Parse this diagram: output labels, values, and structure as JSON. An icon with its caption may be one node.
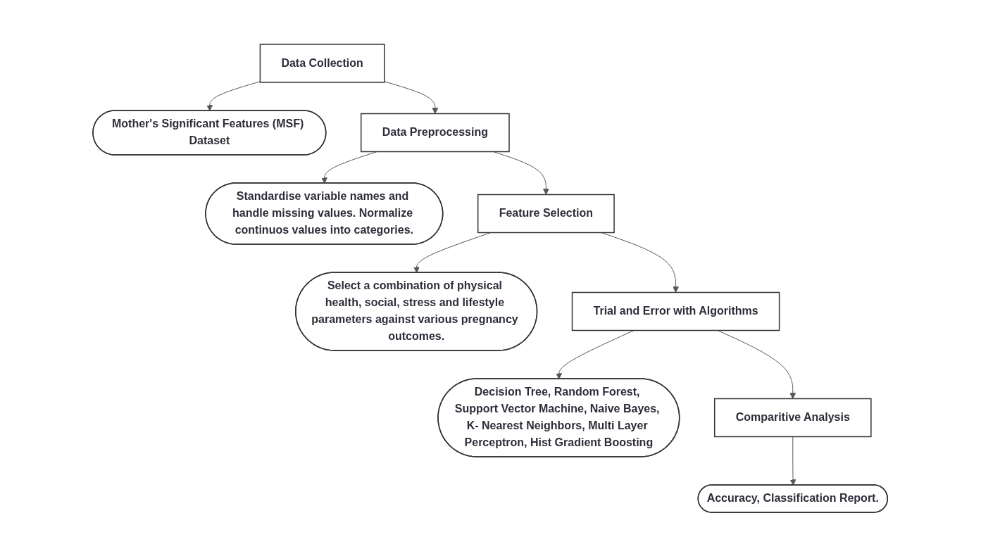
{
  "diagram": {
    "nodes": [
      {
        "text": [
          "Data Collection"
        ]
      },
      {
        "text": [
          "Mother's Significant Features (MSF) Dataset"
        ]
      },
      {
        "text": [
          "Data Preprocessing"
        ]
      },
      {
        "text": [
          "Standardise variable names and handle missing values. Normalize continuos values into categories."
        ]
      },
      {
        "text": [
          "Feature Selection"
        ]
      },
      {
        "text": [
          "Select a combination of physical health, social, stress and lifestyle parameters against various pregnancy outcomes."
        ]
      },
      {
        "text": [
          "Trial and Error with Algorithms"
        ]
      },
      {
        "text": [
          "Decision Tree, Random Forest, Support Vector Machine, Naive Bayes, K- Nearest Neighbors, Multi Layer Perceptron, Hist Gradient Boosting"
        ]
      },
      {
        "text": [
          "Comparitive Analysis"
        ]
      },
      {
        "text": [
          "Accuracy, Classification Report."
        ]
      }
    ],
    "edges": [
      {
        "from": 0,
        "to": 1,
        "arrow": "to"
      },
      {
        "from": 0,
        "to": 2,
        "arrow": "to"
      },
      {
        "from": 2,
        "to": 3,
        "arrow": "to"
      },
      {
        "from": 2,
        "to": 4,
        "arrow": "to"
      },
      {
        "from": 4,
        "to": 5,
        "arrow": "to"
      },
      {
        "from": 4,
        "to": 6,
        "arrow": "to"
      },
      {
        "from": 6,
        "to": 7,
        "arrow": "to"
      },
      {
        "from": 6,
        "to": 8,
        "arrow": "to"
      },
      {
        "from": 8,
        "to": 9,
        "arrow": "to"
      }
    ]
  }
}
